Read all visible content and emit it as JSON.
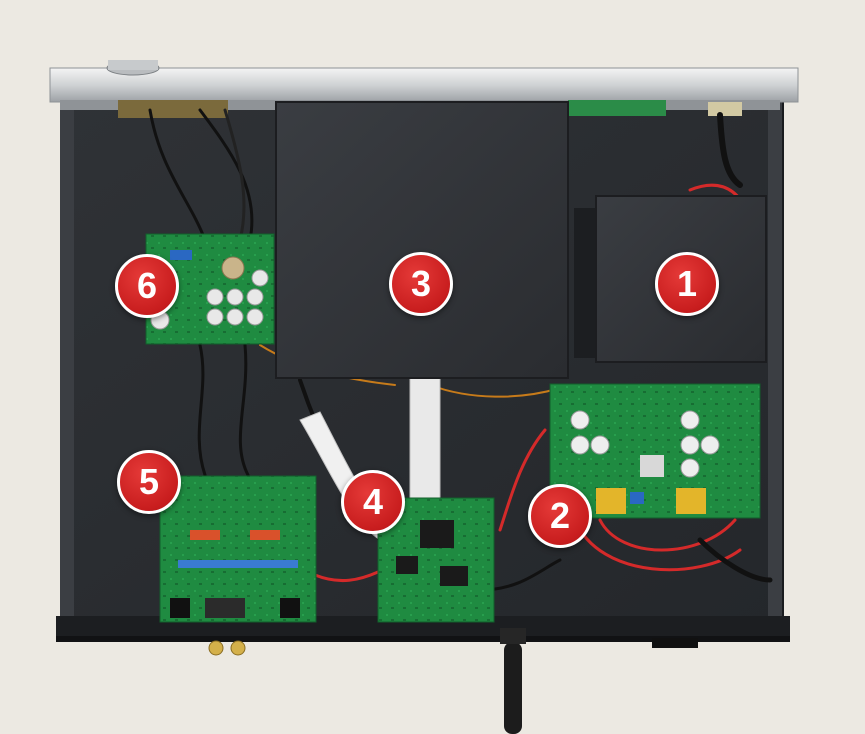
{
  "markers": [
    {
      "label": "1"
    },
    {
      "label": "2"
    },
    {
      "label": "3"
    },
    {
      "label": "4"
    },
    {
      "label": "5"
    },
    {
      "label": "6"
    }
  ],
  "colors": {
    "background": "#ece9e2",
    "chassis": "#2a2d31",
    "cover": "#2f3237",
    "pcb": "#1e8a3f",
    "marker_red": "#d0201f",
    "wire_red": "#d42a2a",
    "ribbon": "#e9e9e9"
  }
}
